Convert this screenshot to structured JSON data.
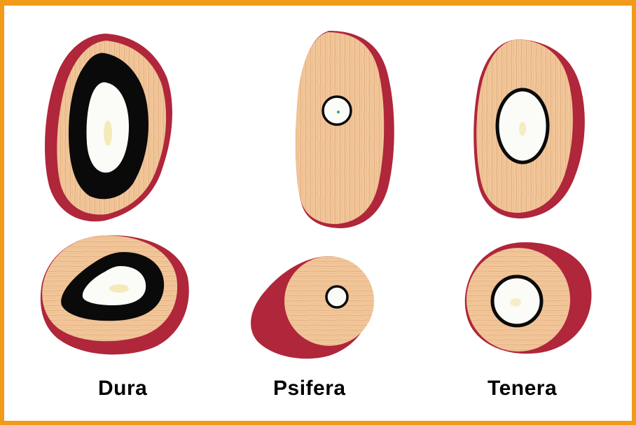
{
  "colors": {
    "frame_border": "#f29a1a",
    "exocarp": "#b0263a",
    "mesocarp": "#f2c79a",
    "mesocarp_fiber": "#c98a5e",
    "shell": "#0a0a0a",
    "kernel": "#fbfbf8",
    "embryo": "#f3e6a8"
  },
  "labels": {
    "dura": "Dura",
    "psifera": "Psifera",
    "tenera": "Tenera"
  },
  "icons": {
    "dura_longitudinal": "oil-palm-fruit-thick-shell",
    "dura_cross": "oil-palm-fruit-thick-shell-cross-section",
    "psifera_longitudinal": "oil-palm-fruit-no-shell",
    "psifera_cross": "oil-palm-fruit-no-shell-cross-section",
    "tenera_longitudinal": "oil-palm-fruit-thin-shell",
    "tenera_cross": "oil-palm-fruit-thin-shell-cross-section"
  }
}
